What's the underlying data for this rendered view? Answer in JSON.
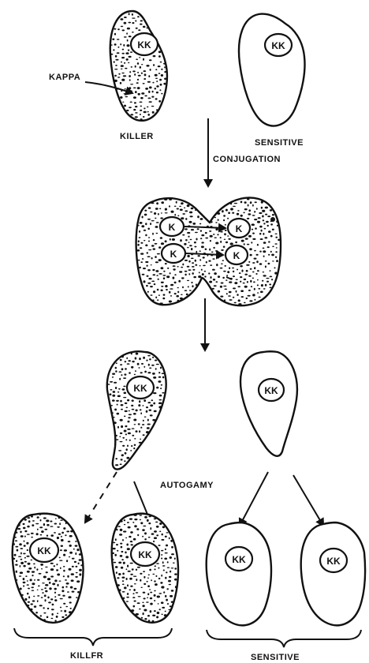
{
  "labels": {
    "kappa": "KAPPA",
    "killer_top": "KILLER",
    "sensitive_top": "SENSITIVE",
    "conjugation": "CONJUGATION",
    "autogamy": "AUTOGAMY",
    "killer_bottom": "KILLFR",
    "sensitive_bottom": "SENSITIVE"
  },
  "nuclei": {
    "top_killer": "KK",
    "top_sensitive": "KK",
    "conj_left_1": "K",
    "conj_left_2": "K",
    "conj_right_1": "K",
    "conj_right_2": "K",
    "mid_killer": "KK",
    "mid_sensitive": "KK",
    "bottom_killer_1": "KK",
    "bottom_killer_2": "KK",
    "bottom_sensitive_1": "KK",
    "bottom_sensitive_2": "KK"
  },
  "colors": {
    "ink": "#111111",
    "background": "#ffffff"
  }
}
